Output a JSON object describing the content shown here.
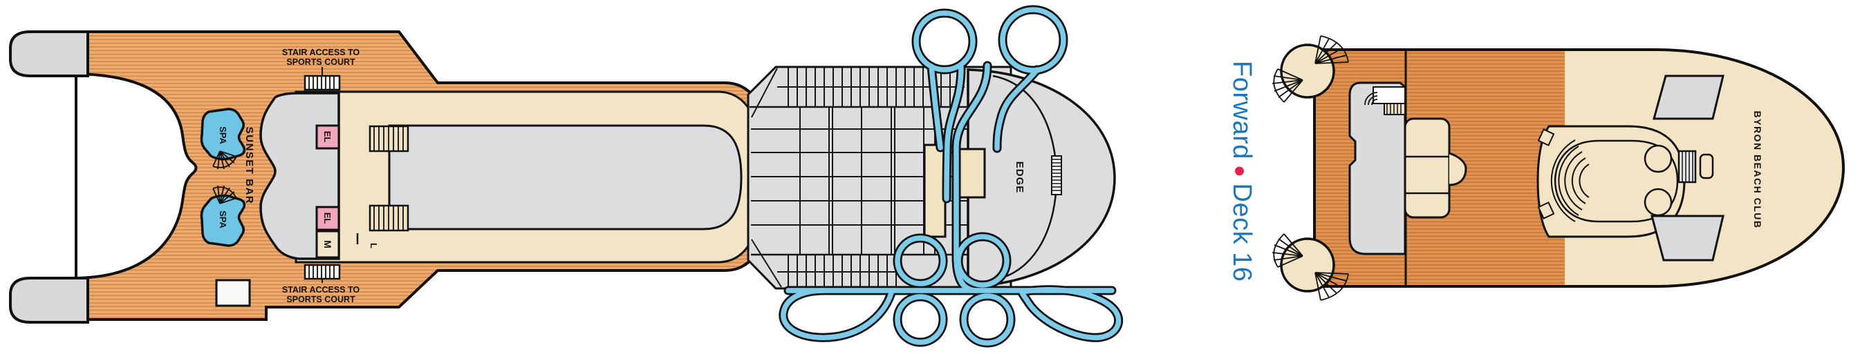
{
  "title": "Cruise ship deck plan, Deck 16 forward",
  "left": {
    "stair1": "STAIR ACCESS TO",
    "stair2": "SPORTS COURT",
    "spa": "SPA",
    "sunset_bar": "SUNSET BAR",
    "el": "EL",
    "m": "M",
    "l": "L",
    "edge": "EDGE"
  },
  "right": {
    "byron": "BYRON BEACH CLUB"
  },
  "side": {
    "forward": "Forward",
    "bullet": "●",
    "deck": "Deck 16"
  },
  "colors": {
    "wood_light": "#EDAB6E",
    "wood_light_stripe": "#D2874A",
    "wood_dark": "#E2934F",
    "wood_dark_stripe": "#C4763A",
    "cream": "#F2E4C4",
    "platform_beige": "#F2E3C2",
    "gray_structure": "#DADCDE",
    "slide_blue": "#7BCBE9",
    "spa_blue": "#6FC5E6",
    "elevator_pink": "#F0A7BC",
    "outline_black": "#111111",
    "label_blue": "#1B76BD",
    "bullet_red": "#E4224C"
  }
}
